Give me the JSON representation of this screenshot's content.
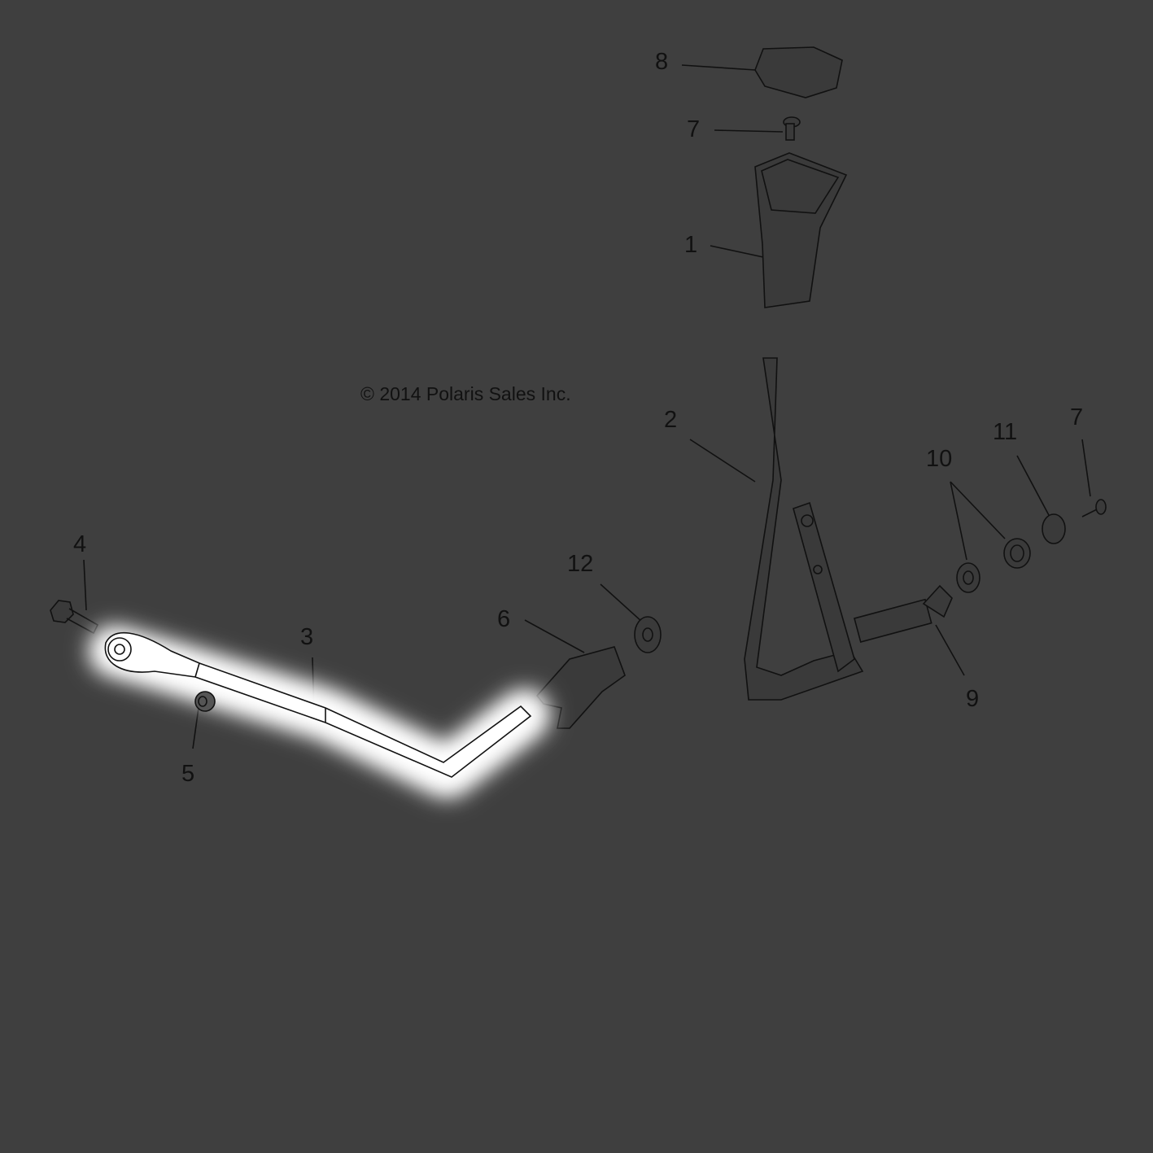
{
  "copyright": "© 2014 Polaris Sales Inc.",
  "highlighted_part": "3",
  "colors": {
    "background": "#3f3f3f",
    "line": "#111111",
    "highlight_glow": "#ffffff"
  },
  "callouts": [
    {
      "number": "8",
      "part": "shift-knob-cap"
    },
    {
      "number": "7",
      "part": "screw-top"
    },
    {
      "number": "1",
      "part": "shift-knob-boot"
    },
    {
      "number": "2",
      "part": "shift-lever"
    },
    {
      "number": "10",
      "part": "bushing"
    },
    {
      "number": "11",
      "part": "washer"
    },
    {
      "number": "7",
      "part": "screw-right"
    },
    {
      "number": "12",
      "part": "washer-left"
    },
    {
      "number": "6",
      "part": "clip"
    },
    {
      "number": "3",
      "part": "shift-linkage-rod"
    },
    {
      "number": "4",
      "part": "bolt"
    },
    {
      "number": "5",
      "part": "nut"
    },
    {
      "number": "9",
      "part": "retainer"
    }
  ]
}
